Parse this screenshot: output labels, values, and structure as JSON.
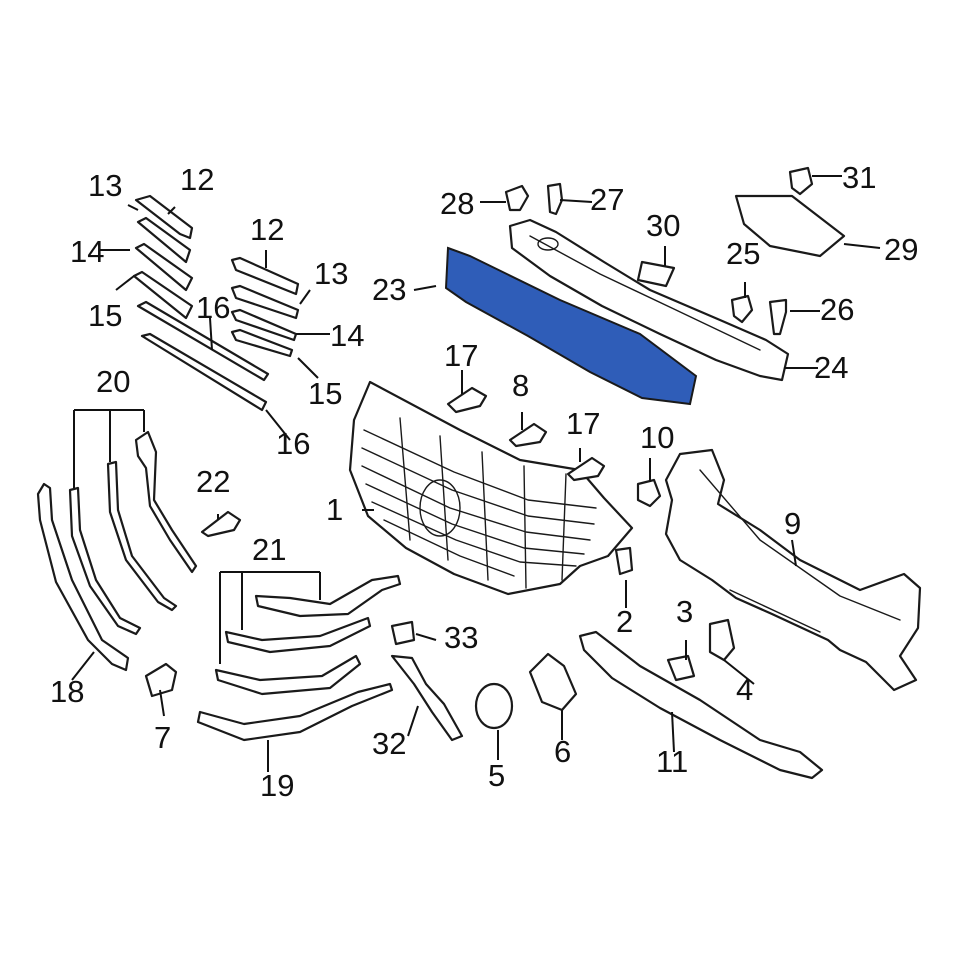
{
  "highlight_color": "#2f5db8",
  "callouts": {
    "c1": "1",
    "c2": "2",
    "c3": "3",
    "c4": "4",
    "c5": "5",
    "c6": "6",
    "c7": "7",
    "c8": "8",
    "c9": "9",
    "c10": "10",
    "c11": "11",
    "c12a": "12",
    "c12b": "12",
    "c13a": "13",
    "c13b": "13",
    "c14a": "14",
    "c14b": "14",
    "c15a": "15",
    "c15b": "15",
    "c16a": "16",
    "c16b": "16",
    "c17a": "17",
    "c17b": "17",
    "c18": "18",
    "c19": "19",
    "c20": "20",
    "c21": "21",
    "c22": "22",
    "c23": "23",
    "c24": "24",
    "c25": "25",
    "c26": "26",
    "c27": "27",
    "c28": "28",
    "c29": "29",
    "c30": "30",
    "c31": "31",
    "c32": "32",
    "c33": "33"
  }
}
